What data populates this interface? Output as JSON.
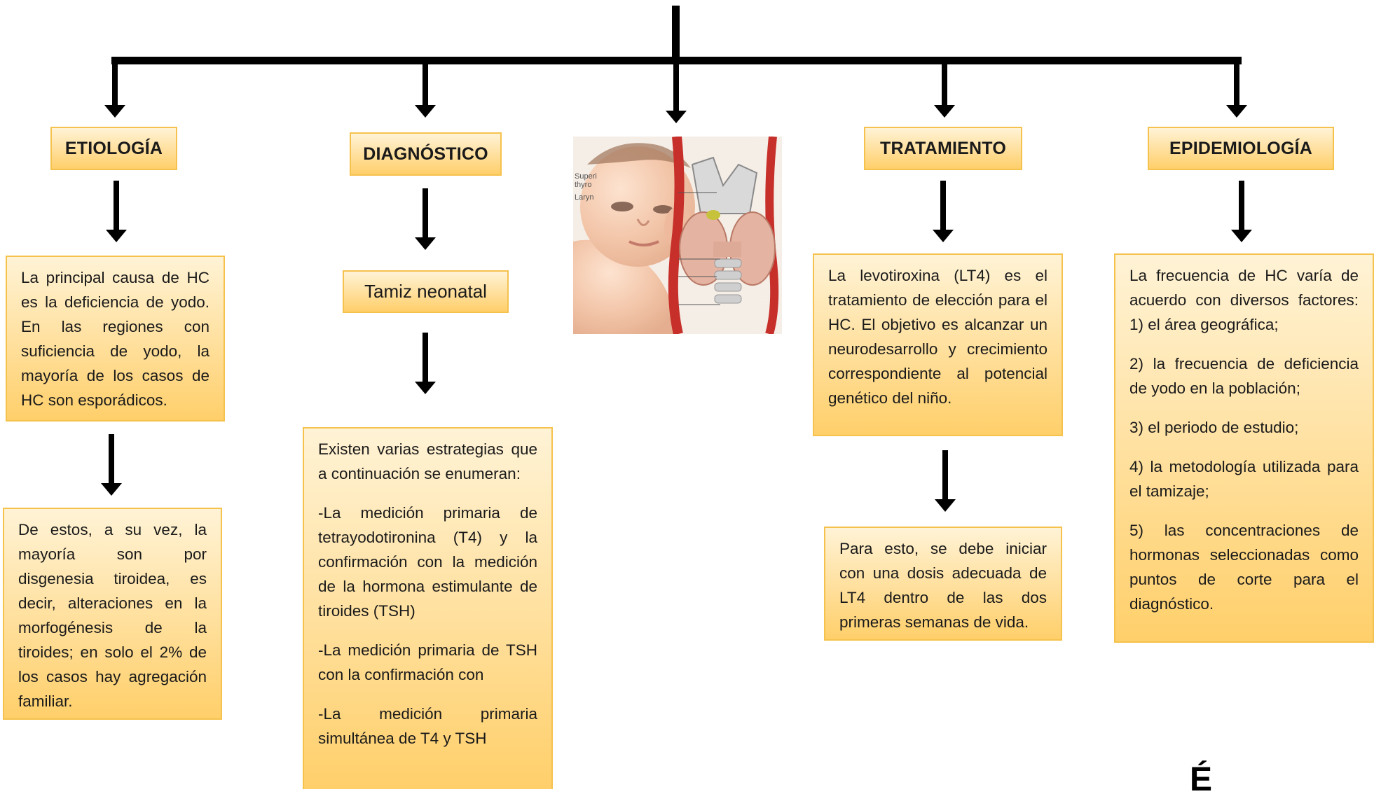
{
  "branches": {
    "etiologia": {
      "title": "ETIOLOGÍA",
      "box1": "La principal causa de HC es la deficiencia de yodo. En las regiones con suficiencia de yodo, la mayoría de los casos de HC son esporádicos.",
      "box2": "De estos, a su vez, la mayoría son por disgenesia tiroidea, es decir, alteraciones en la morfogénesis de la tiroides; en solo el 2% de los casos hay agregación familiar."
    },
    "diagnostico": {
      "title": "DIAGNÓSTICO",
      "label": "Tamiz neonatal",
      "paragraphs": [
        "Existen varias estrategias que a continuación se enumeran:",
        "-La medición primaria de tetrayodotironina (T4) y la confirmación con la medición de la hormona estimulante de tiroides (TSH)",
        "-La medición primaria de TSH con la confirmación con",
        "-La medición primaria simultánea de T4 y TSH"
      ]
    },
    "tratamiento": {
      "title": "TRATAMIENTO",
      "box1": "La levotiroxina (LT4) es el tratamiento de elección para el HC. El objetivo es alcanzar un neurodesarrollo y crecimiento correspondiente al potencial genético del niño.",
      "box2": "Para esto, se debe iniciar con una dosis adecuada de LT4 dentro de las dos primeras semanas de vida."
    },
    "epidemiologia": {
      "title": "EPIDEMIOLOGÍA",
      "paragraphs": [
        "La frecuencia de HC varía de acuerdo con diversos factores: 1) el área geográfica;",
        "2) la frecuencia de deficiencia de yodo en la población;",
        "3) el periodo de estudio;",
        "4) la metodología utilizada para el tamizaje;",
        "5) las concentraciones de hormonas seleccionadas como puntos de corte para el diagnóstico."
      ]
    }
  },
  "image": {
    "icon": "infant-thyroid-illustration",
    "label_fragments": [
      "Superi",
      "thyro",
      "Laryn"
    ]
  },
  "footer_glyph": "É",
  "colors": {
    "box_border": "#f5c24e",
    "box_fill_top": "#fff3d6",
    "box_fill_bottom": "#ffcf6a",
    "connector": "#000000"
  }
}
